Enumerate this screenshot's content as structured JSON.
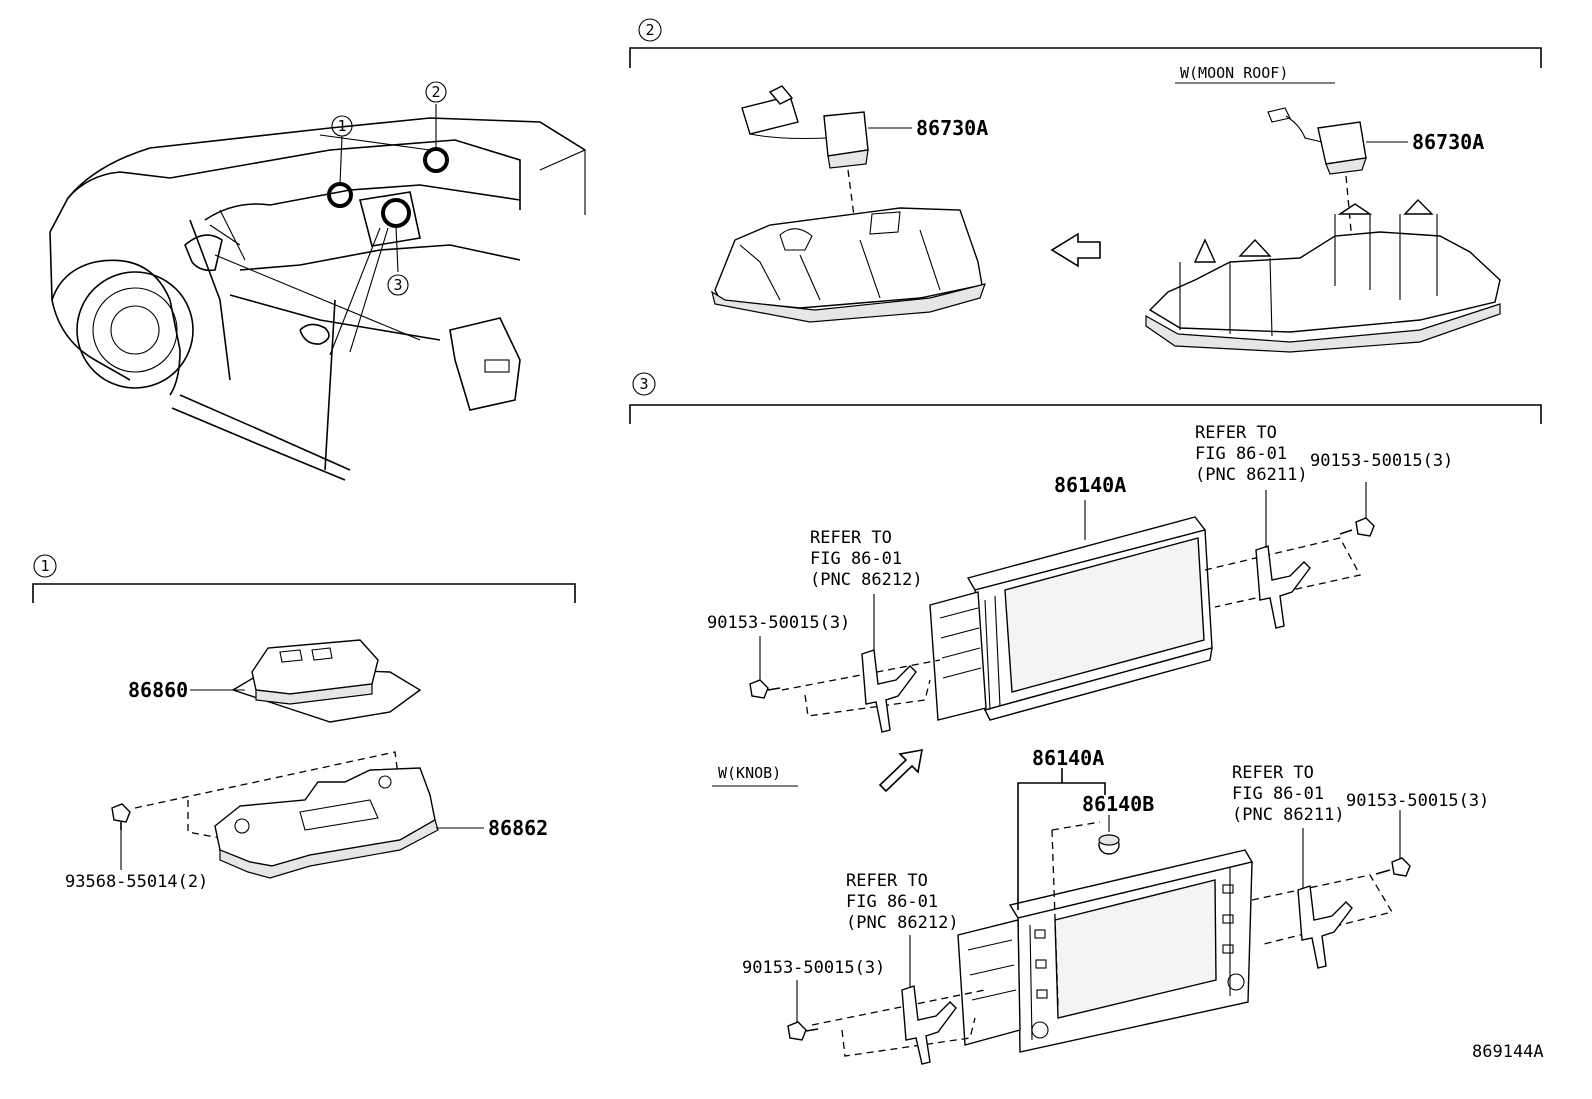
{
  "callouts": {
    "one": "1",
    "two": "2",
    "three": "3"
  },
  "section_2": {
    "moon_roof_label": "W(MOON ROOF)",
    "part_left": "86730A",
    "part_right": "86730A"
  },
  "section_1": {
    "module_part": "86860",
    "bracket_part": "86862",
    "bolt_part": "93568-55014(2)"
  },
  "section_3": {
    "display_upper_part": "86140A",
    "display_lower_part": "86140A",
    "knob_part": "86140B",
    "knob_label": "W(KNOB)",
    "screw_upper_right": "90153-50015(3)",
    "screw_upper_left": "90153-50015(3)",
    "screw_lower_right": "90153-50015(3)",
    "screw_lower_left": "90153-50015(3)",
    "refer_upper_right": [
      "REFER TO",
      "FIG 86-01",
      "(PNC 86211)"
    ],
    "refer_upper_left": [
      "REFER TO",
      "FIG 86-01",
      "(PNC 86212)"
    ],
    "refer_lower_right": [
      "REFER TO",
      "FIG 86-01",
      "(PNC 86211)"
    ],
    "refer_lower_left": [
      "REFER TO",
      "FIG 86-01",
      "(PNC 86212)"
    ]
  },
  "figure_id": "869144A"
}
